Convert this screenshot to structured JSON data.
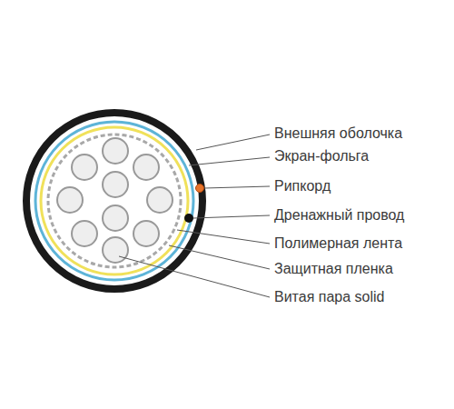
{
  "diagram": {
    "labels": [
      "Внешняя оболочка",
      "Экран-фольга",
      "Рипкорд",
      "Дренажный провод",
      "Полимерная лента",
      "Защитная пленка",
      "Витая пара solid"
    ]
  }
}
